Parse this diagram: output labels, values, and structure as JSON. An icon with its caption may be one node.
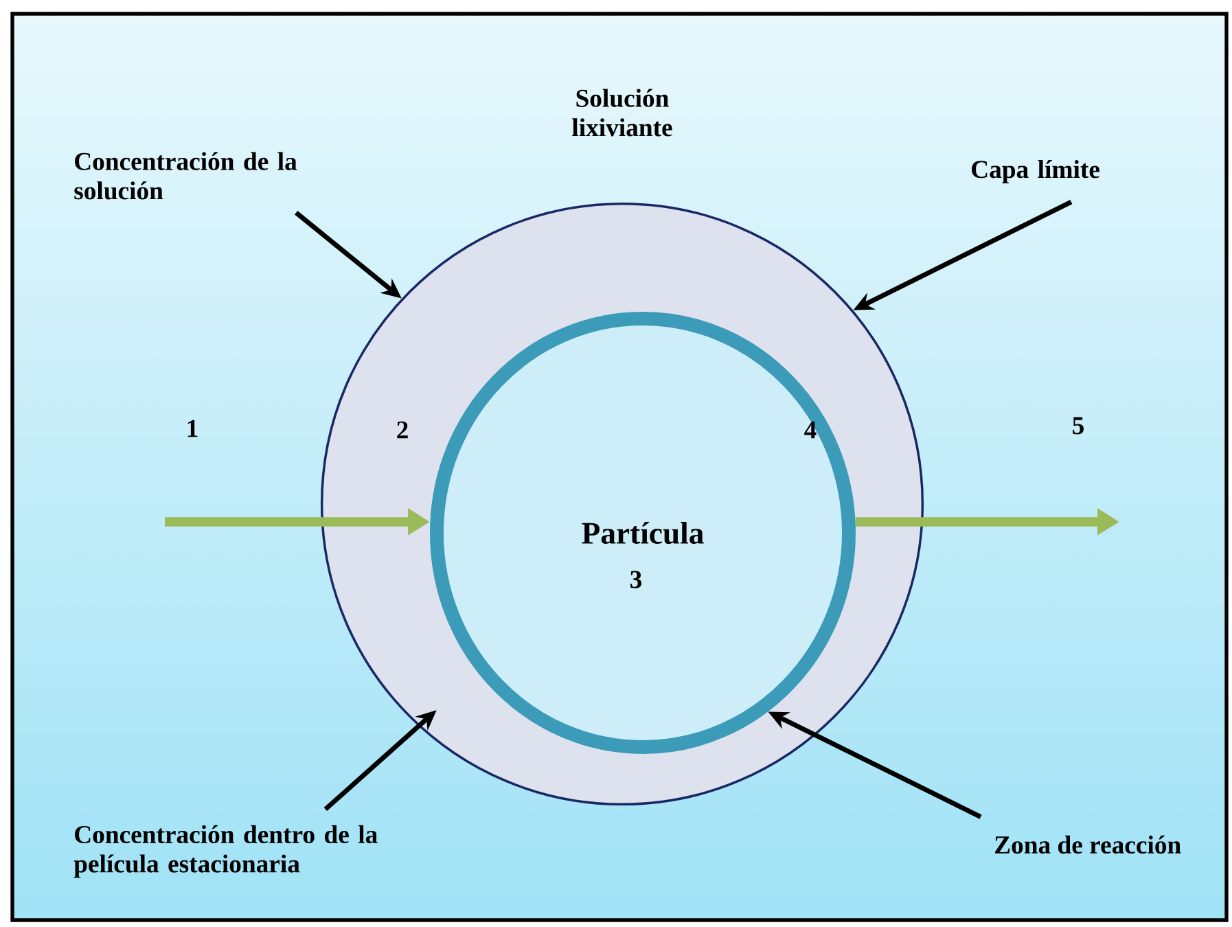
{
  "diagram": {
    "nodes": [
      {
        "text": [],
        "shape": "circle"
      },
      {
        "text": [
          "Partícula"
        ],
        "in": 0
      },
      {
        "text": [
          "Concentración de la solución"
        ]
      },
      {
        "text": [
          "Capa límite"
        ]
      },
      {
        "text": [
          "Concentración dentro de la película estacionaria"
        ]
      },
      {
        "text": [
          "Zona de reacción"
        ]
      }
    ],
    "edges": [
      {
        "from": 2,
        "to": 0,
        "arrow": "to"
      },
      {
        "from": 3,
        "to": 0,
        "arrow": "to"
      },
      {
        "from": 4,
        "to": 0,
        "arrow": "to"
      },
      {
        "from": 5,
        "to": 1,
        "arrow": "to"
      },
      {
        "from": null,
        "to": 1,
        "arrow": "to",
        "color": "#9bbb59",
        "style": "thick"
      },
      {
        "from": 1,
        "to": null,
        "arrow": "to",
        "color": "#9bbb59",
        "style": "thick"
      }
    ],
    "labels": [
      "Solución lixiviante",
      "1",
      "2",
      "4",
      "5",
      "3"
    ]
  }
}
